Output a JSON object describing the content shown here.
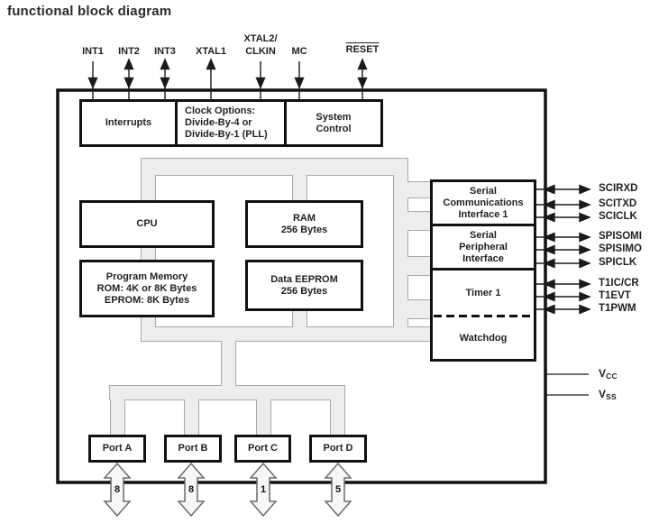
{
  "title": "functional block diagram",
  "colors": {
    "text": "#231f20",
    "box_border": "#111111",
    "chip_border": "#111111",
    "bus_fill": "#ededed",
    "bus_outline": "#a8a8a8",
    "port_arrow_fill": "#f7f7f7",
    "port_arrow_outline": "#6a6a6a"
  },
  "top_pins": [
    {
      "label": "INT1",
      "direction": "input"
    },
    {
      "label": "INT2",
      "direction": "bidirectional"
    },
    {
      "label": "INT3",
      "direction": "bidirectional"
    },
    {
      "label": "XTAL1",
      "direction": "output"
    },
    {
      "label": "XTAL2/\nCLKIN",
      "direction": "input"
    },
    {
      "label": "MC",
      "direction": "input"
    },
    {
      "label": "RESET",
      "direction": "bidirectional",
      "overline": true
    }
  ],
  "blocks": {
    "interrupts": "Interrupts",
    "clock_options": "Clock Options:\nDivide-By-4 or\nDivide-By-1 (PLL)",
    "system_control": "System\nControl",
    "cpu": "CPU",
    "ram": "RAM\n256 Bytes",
    "program_memory": "Program Memory\nROM: 4K or 8K Bytes\nEPROM: 8K Bytes",
    "data_eeprom": "Data EEPROM\n256 Bytes",
    "sci": "Serial\nCommunications\nInterface 1",
    "spi": "Serial\nPeripheral\nInterface",
    "timer": "Timer 1",
    "watchdog": "Watchdog"
  },
  "right_signals": {
    "sci": [
      "SCIRXD",
      "SCITXD",
      "SCICLK"
    ],
    "spi": [
      "SPISOMI",
      "SPISIMO",
      "SPICLK"
    ],
    "timer": [
      "T1IC/CR",
      "T1EVT",
      "T1PWM"
    ]
  },
  "power": [
    {
      "base": "V",
      "sub": "CC"
    },
    {
      "base": "V",
      "sub": "SS"
    }
  ],
  "ports": [
    {
      "label": "Port A",
      "bus_width": "8"
    },
    {
      "label": "Port B",
      "bus_width": "8"
    },
    {
      "label": "Port C",
      "bus_width": "1"
    },
    {
      "label": "Port D",
      "bus_width": "5"
    }
  ]
}
